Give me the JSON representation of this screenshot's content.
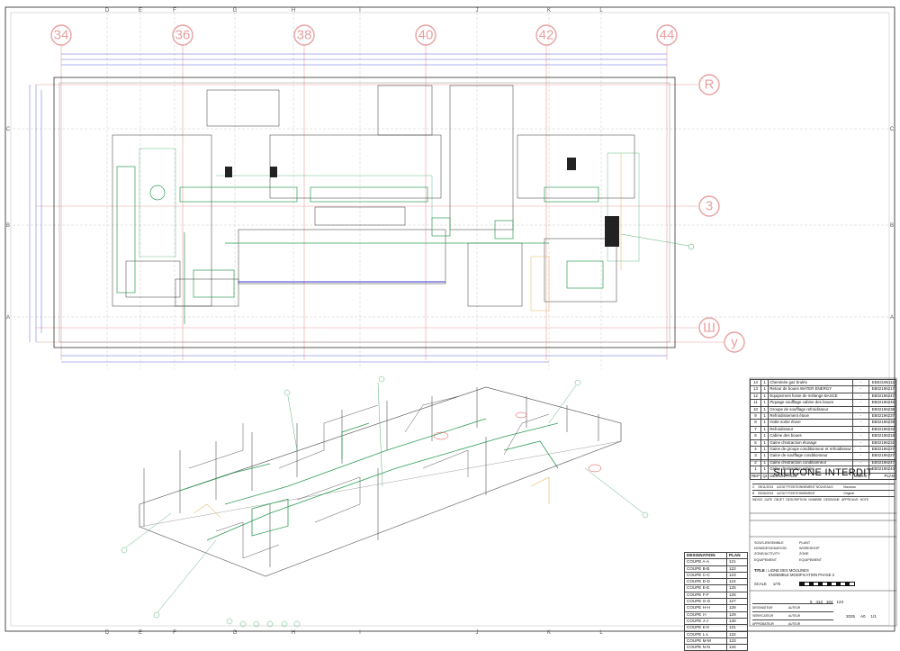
{
  "grid": {
    "columns": [
      "D",
      "E",
      "F",
      "G",
      "H",
      "I",
      "J",
      "K",
      "L"
    ],
    "rows": [
      "C",
      "B",
      "A"
    ],
    "column_bubbles": [
      "34",
      "36",
      "38",
      "40",
      "42",
      "44"
    ],
    "row_bubbles": [
      "R",
      "3",
      "Ш",
      "y"
    ]
  },
  "bom": {
    "items": [
      {
        "no": "14",
        "qty": "1",
        "designation": "Cheminée gaz brulés",
        "ref": "EB02196112"
      },
      {
        "no": "13",
        "qty": "1",
        "designation": "Retour de boues WATER ENERGY",
        "ref": "EB02196217"
      },
      {
        "no": "12",
        "qty": "1",
        "designation": "Equipement fosse de mélange BASCE",
        "ref": "EB02196247"
      },
      {
        "no": "11",
        "qty": "1",
        "designation": "Piquage soufflage cabine des boues",
        "ref": "EB02196246"
      },
      {
        "no": "10",
        "qty": "1",
        "designation": "Groupe de soufflage refroidisseur",
        "ref": "EB02196238"
      },
      {
        "no": "9",
        "qty": "1",
        "designation": "Refroidissement étuve",
        "ref": "EB02196237"
      },
      {
        "no": "8",
        "qty": "1",
        "designation": "Hotte sortie étuve",
        "ref": "EB02196239"
      },
      {
        "no": "7",
        "qty": "1",
        "designation": "Refroidisseur",
        "ref": "EB02196233"
      },
      {
        "no": "6",
        "qty": "1",
        "designation": "Cabine des boues",
        "ref": "EB02196218"
      },
      {
        "no": "5",
        "qty": "1",
        "designation": "Gaine d'extraction étuvage",
        "ref": "EB02196232"
      },
      {
        "no": "4",
        "qty": "1",
        "designation": "Gaine de groupe conditionneur et refroidisseur",
        "ref": "EB02196227"
      },
      {
        "no": "3",
        "qty": "1",
        "designation": "Gaine de soufflage conditionneur",
        "ref": "EB02196227"
      },
      {
        "no": "2",
        "qty": "1",
        "designation": "Gaine d'extraction conditionneur",
        "ref": "EB02196247"
      },
      {
        "no": "1",
        "qty": "1",
        "designation": "Gaine d'extraction cabine",
        "ref": "EB02196244"
      }
    ],
    "dash": "-",
    "footer": {
      "rep": "REP",
      "qte": "Qt",
      "designation": "DESIGNATION",
      "matiere": "Matière",
      "plan": "PLAN"
    }
  },
  "title_block": {
    "warning": "SILICONE INTERDIT",
    "revision_rows": [
      {
        "ind": "C",
        "date": "05/11/2013",
        "text": "AJOUT POSITIONNEMENT NOUVEAUX",
        "by": "Nouveau"
      },
      {
        "ind": "B",
        "date": "05/06/2013",
        "text": "AJOUT POSITIONNEMENT",
        "by": "Original"
      }
    ],
    "revision_headers": [
      "INDICE",
      "DATE",
      "OBJET",
      "DESCRIPTION",
      "NOMBRE",
      "DESSIGNE",
      "APPROUVE",
      "NOTE"
    ],
    "fields": [
      {
        "label": "SOUS-ENSEMBLE",
        "value": "PLANT"
      },
      {
        "label": "NOM/DESIGNATION",
        "value": "WORKSHOP"
      },
      {
        "label": "ZONE/ACTIVITY",
        "value": "ZONE"
      },
      {
        "label": "EQUIPEMENT",
        "value": "EQUIPEMENT"
      }
    ],
    "titre_label": "TITLE :",
    "titre_line1": "LIGNE DES MOULINES",
    "titre_line2": "ENSEMBLE MODIFICATION PHASE 2",
    "scale_label": "SCALE",
    "scale_value": "1/75",
    "numbers": [
      "5",
      "413",
      "104",
      "123"
    ],
    "signatures": [
      {
        "role": "DESSINATEUR",
        "name": "AUTEUR"
      },
      {
        "role": "VERIFICATEUR",
        "name": "AUTEUR"
      },
      {
        "role": "APPROBATEUR",
        "name": "AUTEUR"
      }
    ],
    "sheet": "1/1",
    "year": "2025",
    "fmt": "A0"
  },
  "coupes": {
    "header": {
      "designation": "DESIGNATION",
      "plan": "PLAN"
    },
    "rows": [
      {
        "name": "COUPE A-A",
        "plan": "121"
      },
      {
        "name": "COUPE B-B",
        "plan": "122"
      },
      {
        "name": "COUPE C-C",
        "plan": "123"
      },
      {
        "name": "COUPE D-D",
        "plan": "124"
      },
      {
        "name": "COUPE E-E",
        "plan": "125"
      },
      {
        "name": "COUPE F-F",
        "plan": "126"
      },
      {
        "name": "COUPE G-G",
        "plan": "127"
      },
      {
        "name": "COUPE H-H",
        "plan": "128"
      },
      {
        "name": "COUPE I-I",
        "plan": "129"
      },
      {
        "name": "COUPE J-J",
        "plan": "130"
      },
      {
        "name": "COUPE K-K",
        "plan": "131"
      },
      {
        "name": "COUPE L-L",
        "plan": "132"
      },
      {
        "name": "COUPE M-M",
        "plan": "133"
      },
      {
        "name": "COUPE N-N",
        "plan": "134"
      }
    ]
  },
  "colors": {
    "grid": "#e8a0a0",
    "dimension": "#3a3ad6",
    "equipment": "#2e9c56",
    "structure": "#222222"
  }
}
